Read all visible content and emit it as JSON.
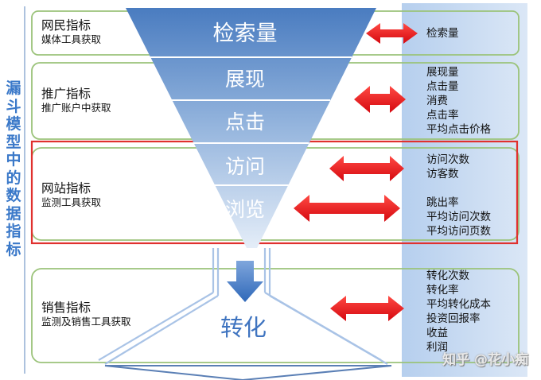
{
  "side_title": "漏斗模型中的数据指标",
  "funnel_stages": [
    "检索量",
    "展现",
    "点击",
    "访问",
    "浏览"
  ],
  "conversion_label": "转化",
  "categories": [
    {
      "title": "网民指标",
      "subtitle": "媒体工具获取"
    },
    {
      "title": "推广指标",
      "subtitle": "推广账户中获取"
    },
    {
      "title": "网站指标",
      "subtitle": "监测工具获取"
    },
    {
      "title": "销售指标",
      "subtitle": "监测及销售工具获取"
    }
  ],
  "metrics": {
    "netizen": [
      "检索量"
    ],
    "promotion": [
      "展现量",
      "点击量",
      "消费",
      "点击率",
      "平均点击价格"
    ],
    "site_visit": [
      "访问次数",
      "访客数"
    ],
    "site_browse": [
      "跳出率",
      "平均访问次数",
      "平均访问页数"
    ],
    "sales": [
      "转化次数",
      "转化率",
      "平均转化成本",
      "投资回报率",
      "收益",
      "利润"
    ]
  },
  "watermark": "知乎 @花小痴",
  "colors": {
    "panel_border": "#9bc37a",
    "highlight_border": "#e0312e",
    "funnel_dark": "#4f81c1",
    "funnel_light": "#c5d9f0",
    "metric_column": "#c5d8ef",
    "arrow_red": "#e8141b",
    "side_title": "#3b79c9"
  }
}
